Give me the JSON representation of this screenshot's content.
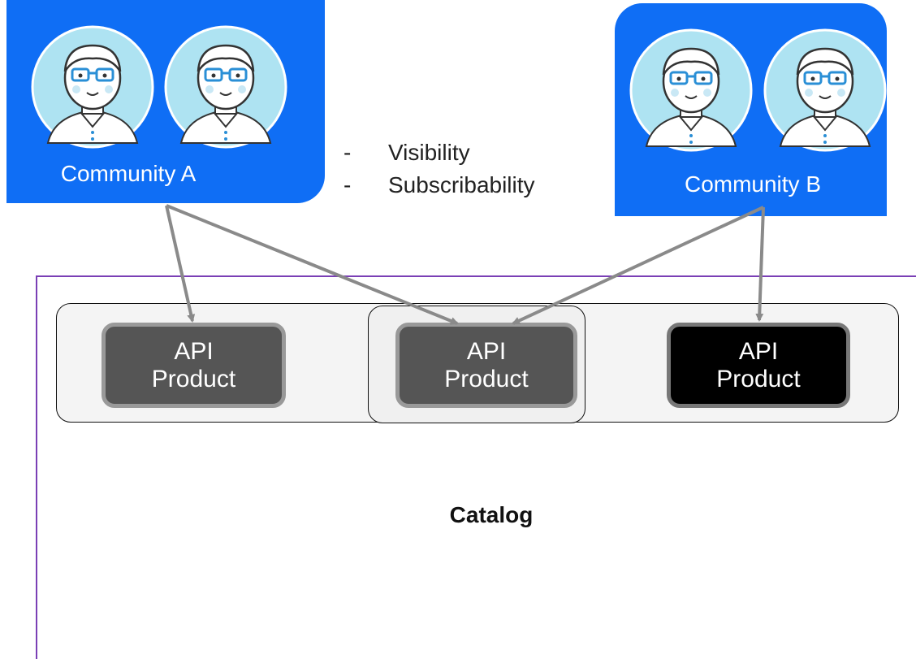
{
  "communities": [
    {
      "label": "Community A"
    },
    {
      "label": "Community B"
    }
  ],
  "permissions": {
    "items": [
      {
        "bullet": "-",
        "text": "Visibility"
      },
      {
        "bullet": "-",
        "text": "Subscribability"
      }
    ]
  },
  "products": [
    {
      "line1": "API",
      "line2": "Product"
    },
    {
      "line1": "API",
      "line2": "Product"
    },
    {
      "line1": "API",
      "line2": "Product"
    }
  ],
  "catalog": {
    "label": "Catalog"
  },
  "colors": {
    "community_bg": "#0f6ef5",
    "avatar_bg": "#aee3f2",
    "catalog_border": "#7a3fb5",
    "arrow": "#8a8a8a",
    "product_grey": "#555555",
    "product_black": "#000000"
  },
  "icons": [
    "user-avatar-icon",
    "arrow-icon"
  ]
}
